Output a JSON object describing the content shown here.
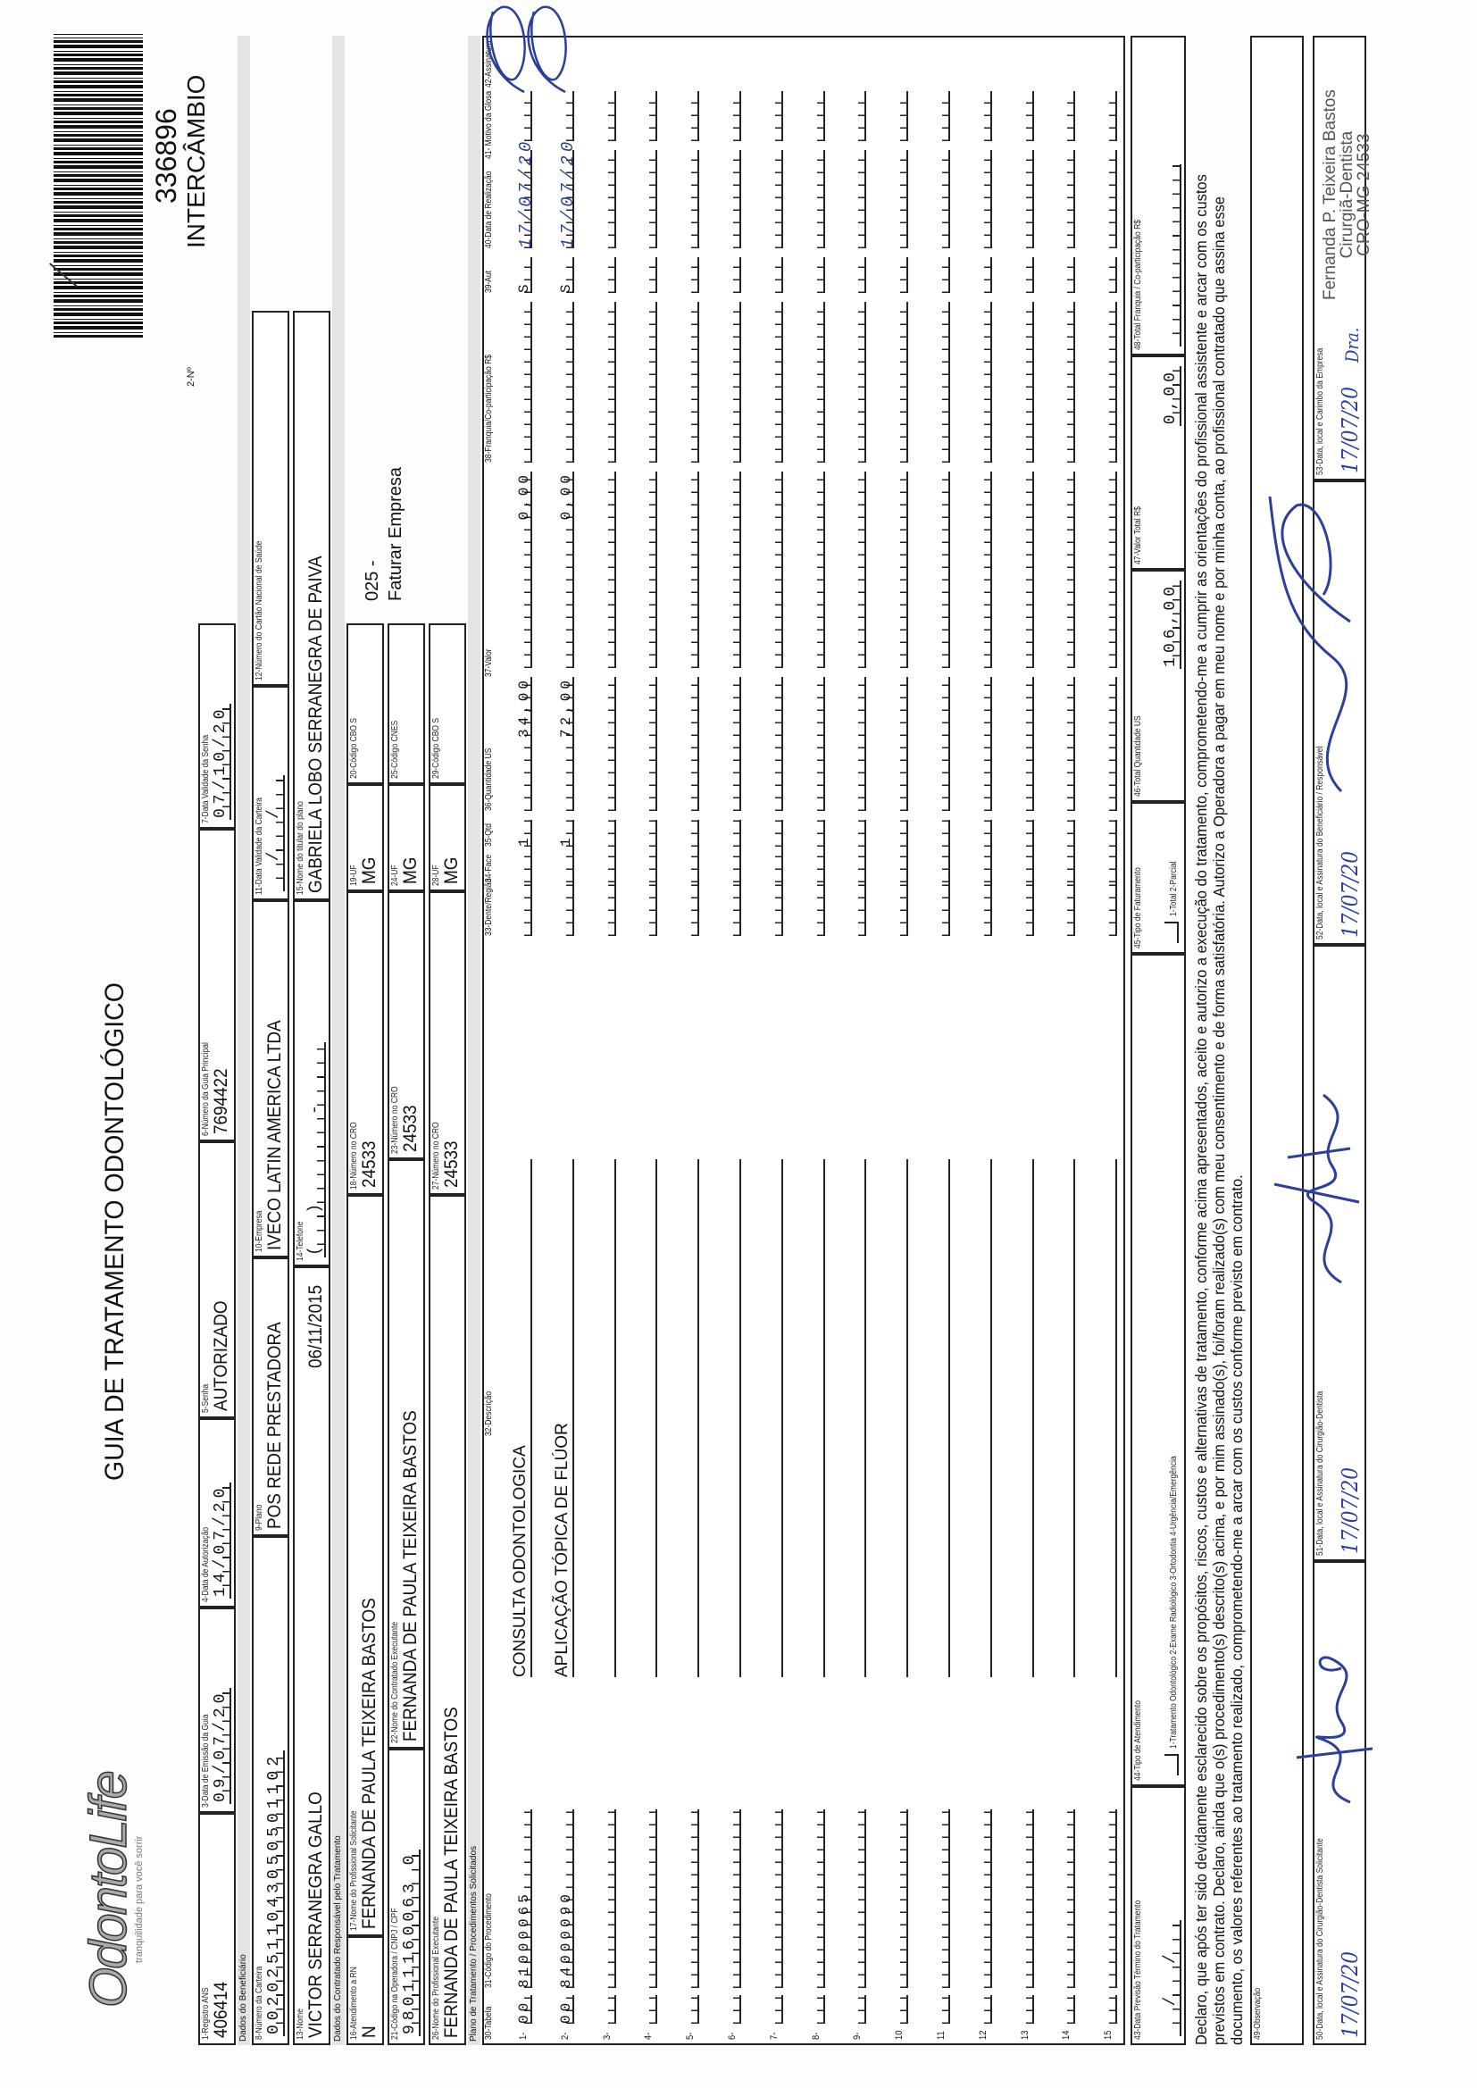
{
  "header": {
    "logo": "OdontoLife",
    "tagline": "tranquilidade para você sorrir",
    "title": "GUIA DE TRATAMENTO ODONTOLÓGICO",
    "num_label": "2-Nº",
    "guide_number": "336896",
    "guide_type": "INTERCÂMBIO"
  },
  "row1": {
    "f1": {
      "label": "1-Registro ANS",
      "value": "406414"
    },
    "f3": {
      "label": "3-Data de Emissão da Guia",
      "value": "09/07/20"
    },
    "f4": {
      "label": "4-Data de Autorização",
      "value": "14/07/20"
    },
    "f5": {
      "label": "5-Senha",
      "value": "AUTORIZADO"
    },
    "f6": {
      "label": "6-Número da Guia Principal",
      "value": "7694422"
    },
    "f7": {
      "label": "7-Data Validade da Senha",
      "value": "07/10/20"
    }
  },
  "beneficiary": {
    "section": "Dados do Beneficiário",
    "f8": {
      "label": "8-Número da Carteira",
      "value": "00202511043050501102"
    },
    "f9": {
      "label": "9-Plano",
      "value": "POS REDE PRESTADORA"
    },
    "f10": {
      "label": "10-Empresa",
      "value": "IVECO LATIN AMERICA LTDA"
    },
    "f11": {
      "label": "11-Data Validade da Carteira",
      "value": "  /  /  "
    },
    "f12": {
      "label": "12-Número do Cartão Nacional de Saúde",
      "value": ""
    },
    "f13": {
      "label": "13-Nome",
      "value": "VICTOR SERRANEGRA GALLO",
      "date": "06/11/2015"
    },
    "f14": {
      "label": "14-Telefone",
      "value": "(  )      -    "
    },
    "f15": {
      "label": "15-Nome do titular do plano",
      "value": "GABRIELA LOBO SERRANEGRA DE PAIVA"
    }
  },
  "contractor": {
    "section": "Dados do Contratado Responsável pelo Tratamento",
    "f16": {
      "label": "16-Atendimento a RN",
      "value": "N"
    },
    "f17": {
      "label": "17-Nome do Profissional Solicitante",
      "value": "FERNANDA DE PAULA TEIXEIRA BASTOS"
    },
    "f18": {
      "label": "18-Número no CRO",
      "value": "24533"
    },
    "f19": {
      "label": "19-UF",
      "value": "MG"
    },
    "f20": {
      "label": "20-Código CBO S",
      "value": ""
    },
    "note1": "025 -",
    "note2": "Faturar Empresa",
    "f21": {
      "label": "21-Código na Operadora / CNPJ / CPF",
      "value": "98011160063 0"
    },
    "f22": {
      "label": "22-Nome do Contratado Executante",
      "value": "FERNANDA DE PAULA TEIXEIRA BASTOS"
    },
    "f23": {
      "label": "23-Número no CRO",
      "value": "24533"
    },
    "f24": {
      "label": "24-UF",
      "value": "MG"
    },
    "f25": {
      "label": "25-Código CNES",
      "value": ""
    },
    "f26": {
      "label": "26-Nome do Profissional Executante",
      "value": "FERNANDA DE PAULA TEIXEIRA BASTOS"
    },
    "f27": {
      "label": "27-Número no CRO",
      "value": "24533"
    },
    "f28": {
      "label": "28-UF",
      "value": "MG"
    },
    "f29": {
      "label": "29-Código CBO S",
      "value": ""
    }
  },
  "plan": {
    "section": "Plano de Tratamento / Procedimentos Solicitados",
    "headers": [
      "30-Tabela",
      "31-Código do Procedimento",
      "32-Descrição",
      "33-Dente/Região",
      "34-Face",
      "35-Qtd",
      "36-Quantidade US",
      "37-Valor",
      "38-Franquia/Co-participação R$",
      "39-Aut",
      "40-Data de Realização",
      "41- Motivo da Glosa",
      "42-Assinatura"
    ],
    "rows": [
      {
        "n": "1-",
        "tabela": "00",
        "codigo": "81000065",
        "descricao": "CONSULTA ODONTOLOGICA",
        "dente": "",
        "face": "",
        "qtd": "1",
        "us": "34,00",
        "valor": "0,00",
        "franquia": "",
        "aut": "S",
        "data": "17/07/20",
        "glosa": ""
      },
      {
        "n": "2-",
        "tabela": "00",
        "codigo": "84000090",
        "descricao": "APLICAÇÃO TÓPICA DE FLÚOR",
        "dente": "",
        "face": "",
        "qtd": "1",
        "us": "72,00",
        "valor": "0,00",
        "franquia": "",
        "aut": "S",
        "data": "17/07/20",
        "glosa": ""
      },
      {
        "n": "3-"
      },
      {
        "n": "4-"
      },
      {
        "n": "5-"
      },
      {
        "n": "6-"
      },
      {
        "n": "7-"
      },
      {
        "n": "8-"
      },
      {
        "n": "9-"
      },
      {
        "n": "10"
      },
      {
        "n": "11"
      },
      {
        "n": "12"
      },
      {
        "n": "13"
      },
      {
        "n": "14"
      },
      {
        "n": "15"
      }
    ]
  },
  "totals": {
    "f43": {
      "label": "43-Data Previsão Término do Tratamento",
      "value": "  /  /  "
    },
    "f44": {
      "label": "44-Tipo de Atendimento",
      "options": "1-Tratamento Odontológico  2-Exame Radiológico  3-Ortodontia  4-Urgência/Emergência"
    },
    "f45": {
      "label": "45-Tipo de Faturamento",
      "options": "1-Total  2-Parcial"
    },
    "f46": {
      "label": "46-Total Quantidade US",
      "value": "106,00"
    },
    "f47": {
      "label": "47-Valor Total R$",
      "value": "0,00"
    },
    "f48": {
      "label": "48-Total Franquia / Co-participação R$",
      "value": ""
    }
  },
  "declaration": "Declaro, que após ter sido devidamente esclarecido sobre os propósitos, riscos, custos e alternativas de tratamento, conforme acima apresentados, aceito e autorizo a execução do tratamento, comprometendo-me a cumprir as orientações do profissional assistente e arcar com os custos previstos em contrato. Declaro, ainda que o(s) procedimento(s) descrito(s) acima, e por mim assinado(s), foi/foram realizado(s) com meu consentimento e de forma satisfatória. Autorizo a Operadora a pagar em meu nome e por minha conta, ao profissional contratado que assina esse documento, os valores referentes ao tratamento realizado, comprometendo-me a arcar com os custos conforme previsto em contrato.",
  "obs": {
    "label": "49-Observação",
    "value": ""
  },
  "signatures": {
    "f50": {
      "label": "50-Data, local e Assinatura do Cirurgião-Dentista Solicitante",
      "date": "17/07/20"
    },
    "f51": {
      "label": "51-Data, local e Assinatura do Cirurgião-Dentista",
      "date": "17/07/20"
    },
    "f52": {
      "label": "52-Data, local e Assinatura do Beneficiário / Responsável",
      "date": "17/07/20"
    },
    "f53": {
      "label": "53-Data, local e Carimbo da Empresa",
      "date": "17/07/20",
      "prefix": "Dra.",
      "stamp1": "Fernanda P. Teixeira Bastos",
      "stamp2": "Cirurgiã-Dentista",
      "stamp3": "CRO-MG 24533"
    }
  },
  "colors": {
    "ink": "#2b3f9c",
    "band": "#e4e4e4"
  }
}
